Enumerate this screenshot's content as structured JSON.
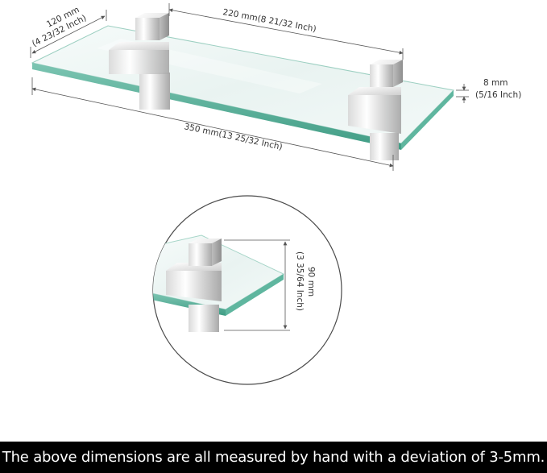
{
  "dimensions": {
    "depth": {
      "value": "120 mm",
      "imperial": "(4 23/32 Inch)"
    },
    "bracket_spacing": "220 mm(8 21/32 Inch)",
    "width": "350 mm(13 25/32 Inch)",
    "thickness": {
      "value": "8 mm",
      "imperial": "(5/16 Inch)"
    },
    "bracket_height": {
      "value": "90 mm",
      "imperial": "(3 35/64 Inch)"
    }
  },
  "caption": "The above dimensions are all measured by hand with a deviation of 3-5mm.",
  "colors": {
    "glass_surface": "#eef6f4",
    "glass_edge": "#4fae95",
    "chrome_light": "#f4f4f4",
    "chrome_dark": "#a9a9a9",
    "dimension_line": "#555555",
    "caption_bg": "#000000",
    "caption_text": "#ffffff"
  }
}
